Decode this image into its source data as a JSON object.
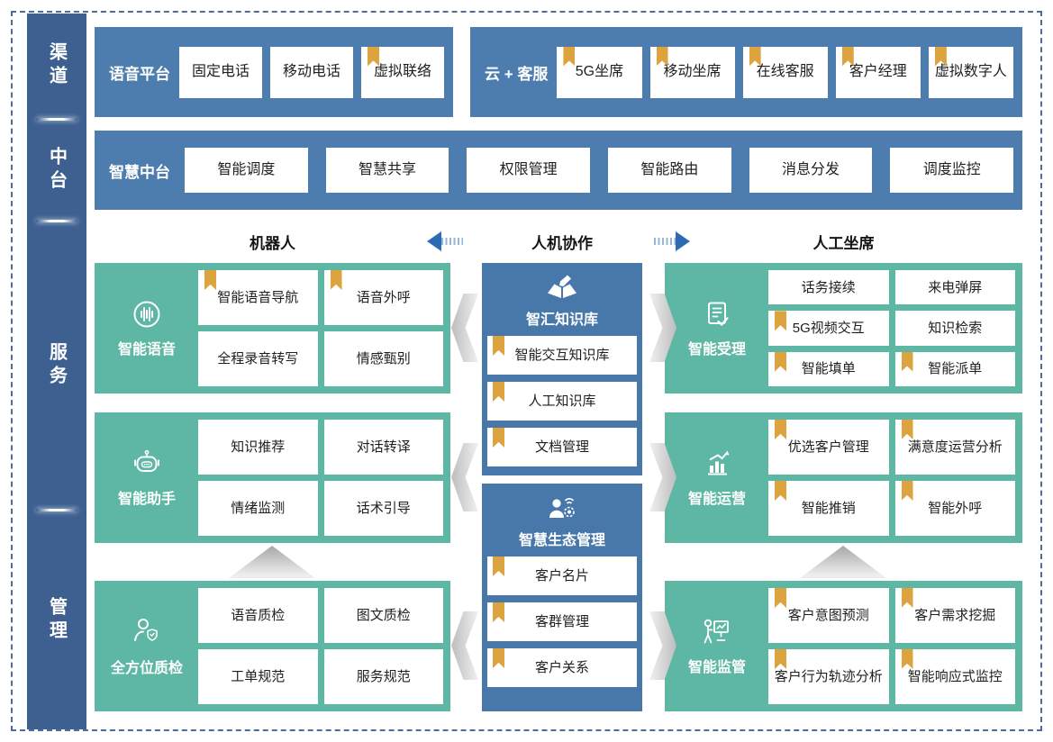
{
  "colors": {
    "sidebar_blue": "#3d6090",
    "band_blue": "#4d7cae",
    "panel_blue": "#4878aa",
    "teal": "#5db7a4",
    "bookmark_gold": "#dca33f",
    "arrow_blue": "#2d6cb3",
    "chevron_gray": "#bdbdbd",
    "border_dash": "#4a6d9e"
  },
  "sidebar": {
    "sections": [
      {
        "label": "渠道"
      },
      {
        "label": "中台"
      },
      {
        "label": "服务"
      },
      {
        "label": "管理"
      }
    ]
  },
  "top_bands": [
    {
      "title": "语音平台",
      "items": [
        {
          "label": "固定电话",
          "bookmark": false
        },
        {
          "label": "移动电话",
          "bookmark": false
        },
        {
          "label": "虚拟联络",
          "bookmark": true
        }
      ]
    },
    {
      "title": "云 + 客服",
      "items": [
        {
          "label": "5G坐席",
          "bookmark": true
        },
        {
          "label": "移动坐席",
          "bookmark": true
        },
        {
          "label": "在线客服",
          "bookmark": true
        },
        {
          "label": "客户经理",
          "bookmark": true
        },
        {
          "label": "虚拟数字人",
          "bookmark": true
        }
      ]
    }
  ],
  "middle_band": {
    "title": "智慧中台",
    "items": [
      {
        "label": "智能调度",
        "bookmark": false
      },
      {
        "label": "智慧共享",
        "bookmark": false
      },
      {
        "label": "权限管理",
        "bookmark": false
      },
      {
        "label": "智能路由",
        "bookmark": false
      },
      {
        "label": "消息分发",
        "bookmark": false
      },
      {
        "label": "调度监控",
        "bookmark": false
      }
    ]
  },
  "collab": {
    "left": "机器人",
    "center": "人机协作",
    "right": "人工坐席"
  },
  "left_column": {
    "groups": [
      {
        "name": "智能语音",
        "icon": "voice-icon",
        "items": [
          {
            "label": "智能语音导航",
            "bookmark": true
          },
          {
            "label": "语音外呼",
            "bookmark": true
          },
          {
            "label": "全程录音转写",
            "bookmark": false
          },
          {
            "label": "情感甄别",
            "bookmark": false
          }
        ]
      },
      {
        "name": "智能助手",
        "icon": "robot-icon",
        "items": [
          {
            "label": "知识推荐",
            "bookmark": false
          },
          {
            "label": "对话转译",
            "bookmark": false
          },
          {
            "label": "情绪监测",
            "bookmark": false
          },
          {
            "label": "话术引导",
            "bookmark": false
          }
        ]
      },
      {
        "name": "全方位质检",
        "icon": "quality-inspector-icon",
        "items": [
          {
            "label": "语音质检",
            "bookmark": false
          },
          {
            "label": "图文质检",
            "bookmark": false
          },
          {
            "label": "工单规范",
            "bookmark": false
          },
          {
            "label": "服务规范",
            "bookmark": false
          }
        ]
      }
    ]
  },
  "middle_column": {
    "panels": [
      {
        "name": "智汇知识库",
        "icon": "knowledge-book-icon",
        "items": [
          {
            "label": "智能交互知识库",
            "bookmark": true
          },
          {
            "label": "人工知识库",
            "bookmark": true
          },
          {
            "label": "文档管理",
            "bookmark": true
          }
        ]
      },
      {
        "name": "智慧生态管理",
        "icon": "ecosystem-person-icon",
        "items": [
          {
            "label": "客户名片",
            "bookmark": true
          },
          {
            "label": "客群管理",
            "bookmark": true
          },
          {
            "label": "客户关系",
            "bookmark": true
          }
        ]
      }
    ]
  },
  "right_column": {
    "groups": [
      {
        "name": "智能受理",
        "icon": "document-check-icon",
        "items": [
          {
            "label": "话务接续",
            "bookmark": false
          },
          {
            "label": "来电弹屏",
            "bookmark": false
          },
          {
            "label": "5G视频交互",
            "bookmark": true
          },
          {
            "label": "知识检索",
            "bookmark": false
          },
          {
            "label": "智能填单",
            "bookmark": true
          },
          {
            "label": "智能派单",
            "bookmark": true
          }
        ]
      },
      {
        "name": "智能运营",
        "icon": "chart-growth-icon",
        "items": [
          {
            "label": "优选客户管理",
            "bookmark": true
          },
          {
            "label": "满意度运营分析",
            "bookmark": true
          },
          {
            "label": "智能推销",
            "bookmark": true
          },
          {
            "label": "智能外呼",
            "bookmark": true
          }
        ]
      },
      {
        "name": "智能监管",
        "icon": "presenter-board-icon",
        "items": [
          {
            "label": "客户意图预测",
            "bookmark": true
          },
          {
            "label": "客户需求挖掘",
            "bookmark": true
          },
          {
            "label": "客户行为轨迹分析",
            "bookmark": true
          },
          {
            "label": "智能响应式监控",
            "bookmark": true
          }
        ]
      }
    ]
  }
}
